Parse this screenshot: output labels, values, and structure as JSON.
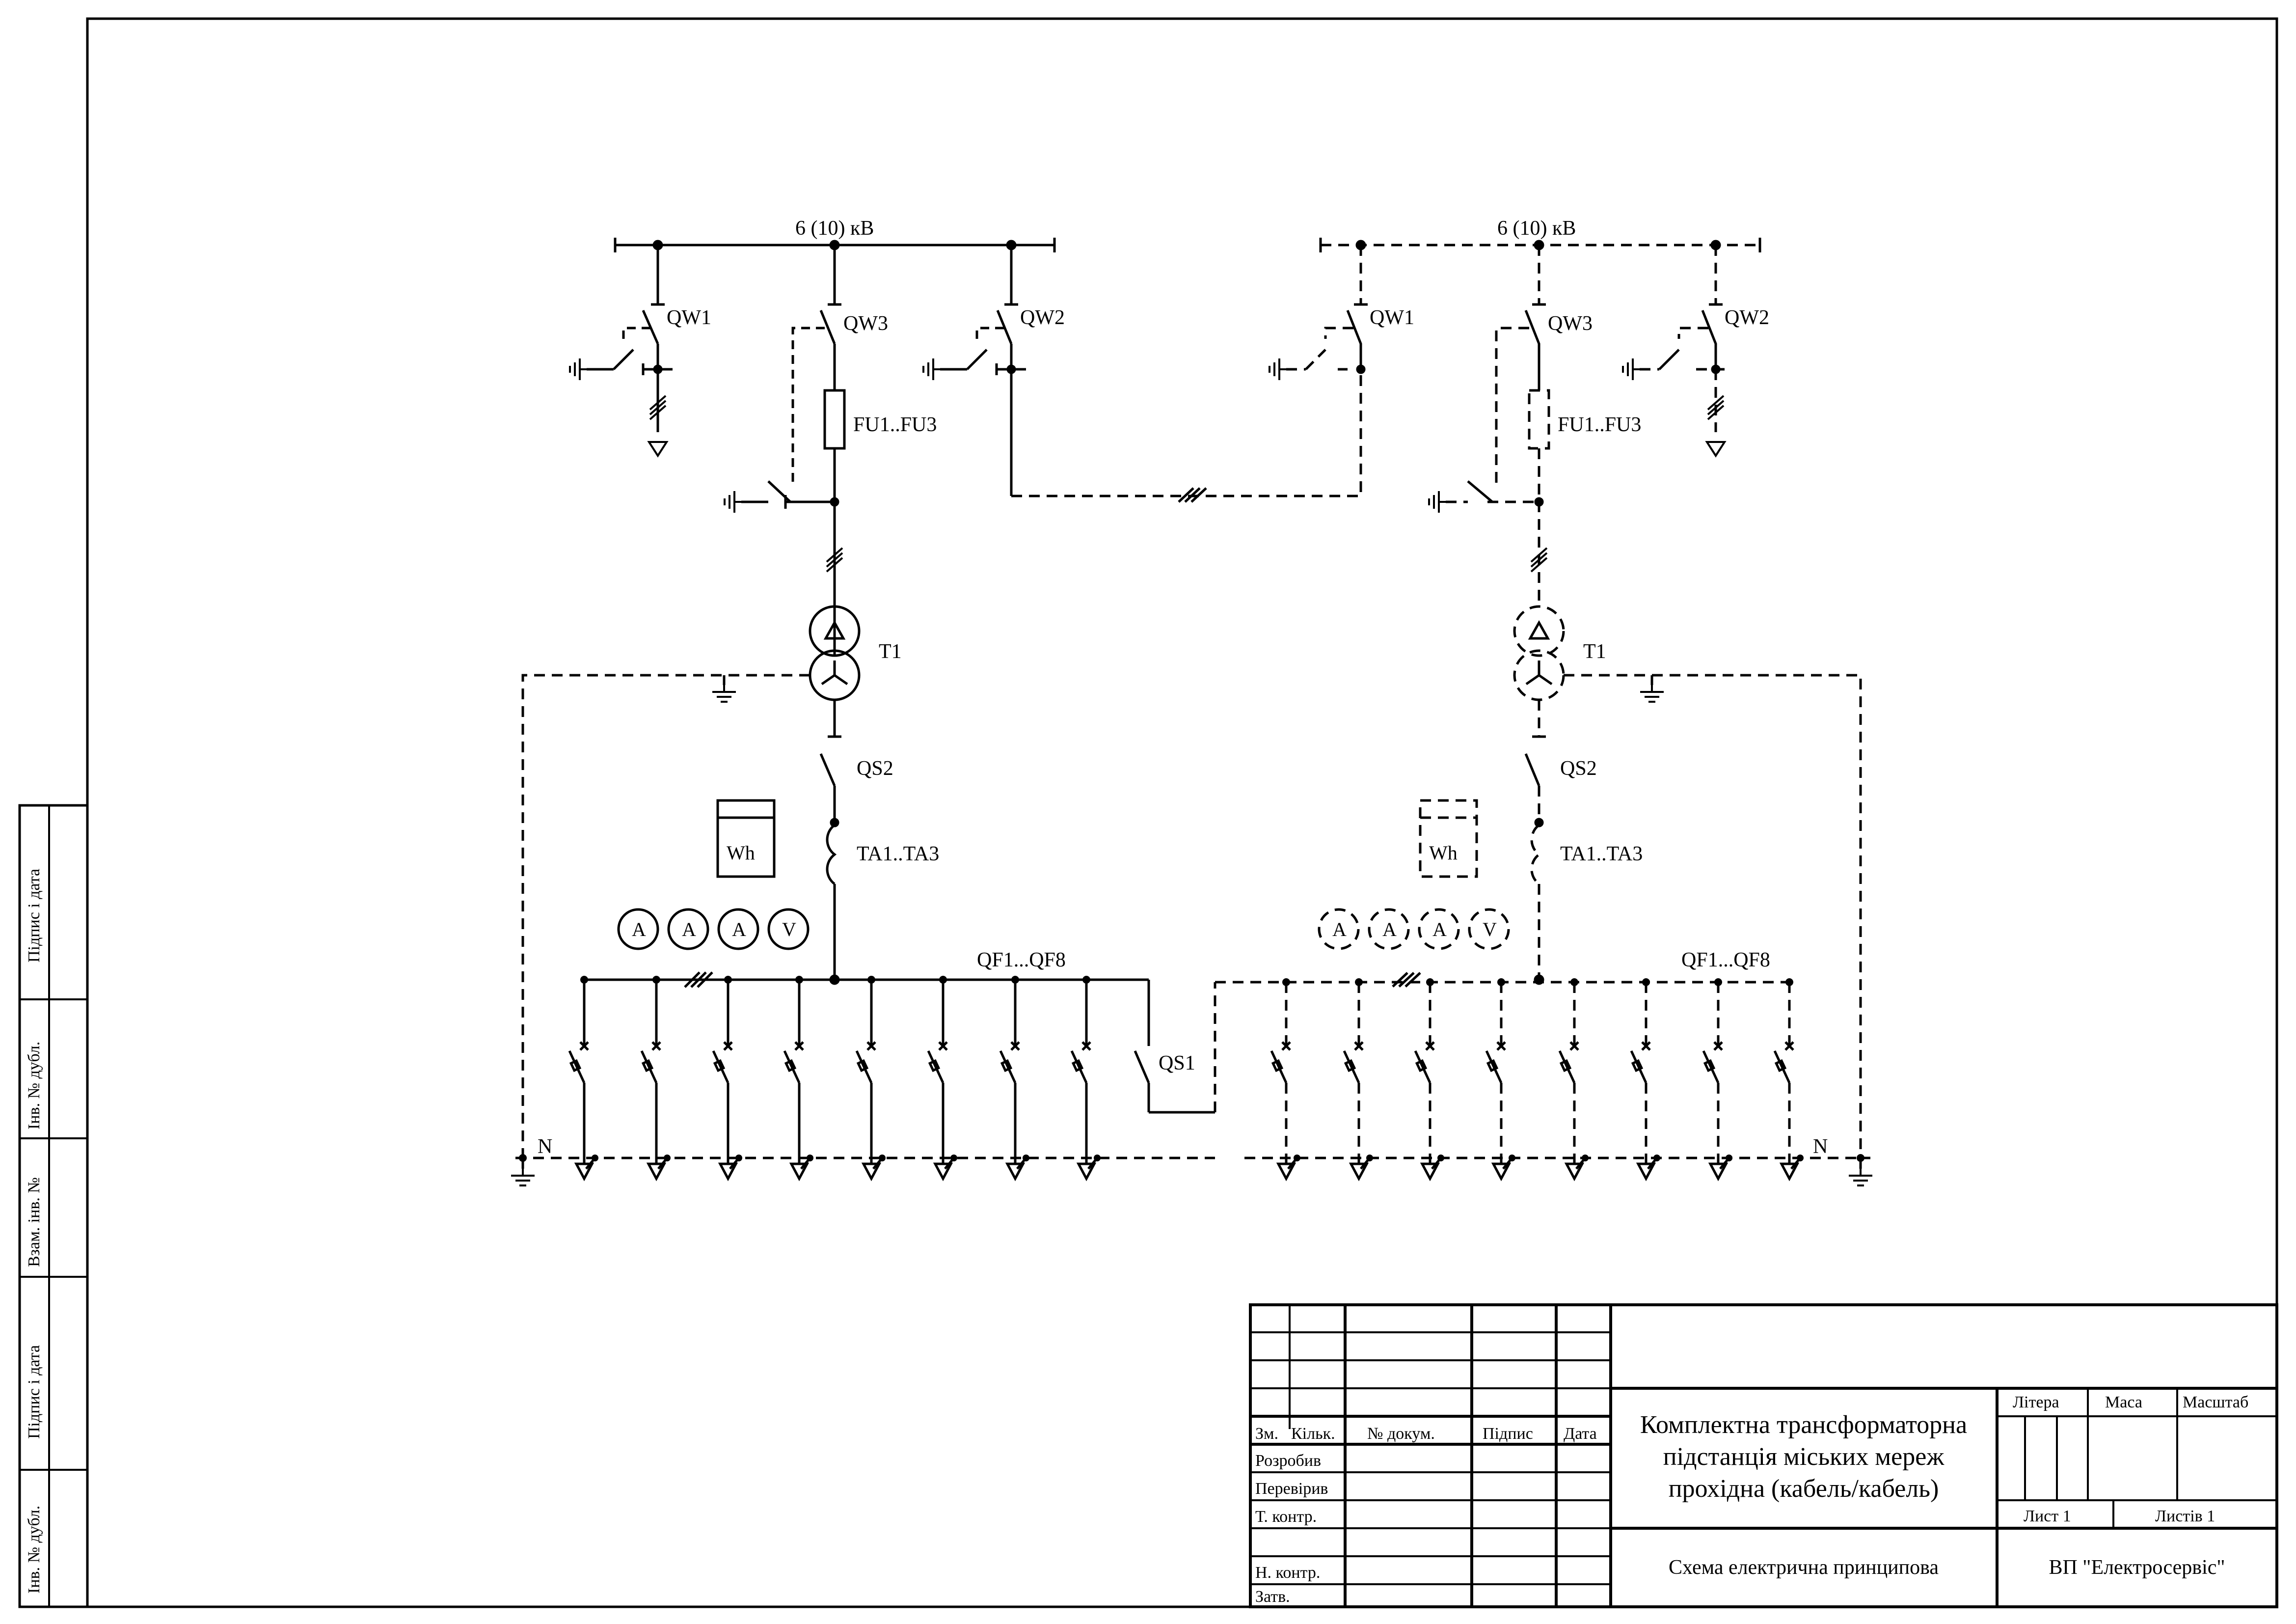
{
  "drawing": {
    "left_unit": {
      "bus_label": "6 (10) кВ",
      "qw1": "QW1",
      "qw3": "QW3",
      "qw2": "QW2",
      "fuses": "FU1..FU3",
      "transformer": "T1",
      "qs2": "QS2",
      "ct": "TA1..TA3",
      "meter": "Wh",
      "instruments": [
        "A",
        "A",
        "A",
        "V"
      ],
      "feeders": "QF1...QF8",
      "neutral": "N"
    },
    "right_unit": {
      "bus_label": "6 (10) кВ",
      "qw1": "QW1",
      "qw3": "QW3",
      "qw2": "QW2",
      "fuses": "FU1..FU3",
      "transformer": "T1",
      "qs2": "QS2",
      "ct": "TA1..TA3",
      "meter": "Wh",
      "instruments": [
        "A",
        "A",
        "A",
        "V"
      ],
      "feeders": "QF1...QF8",
      "neutral": "N"
    },
    "sectionalizer": "QS1"
  },
  "side_stamp": [
    "Підпис і дата",
    "Інв. № дубл.",
    "Взам. інв. №",
    "Підпис і дата",
    "Інв. № дубл."
  ],
  "title_block": {
    "headers": {
      "zm": "Зм.",
      "kilk": "Кільк.",
      "doc": "№ докум.",
      "sign": "Підпис",
      "date": "Дата"
    },
    "roles": [
      "Розробив",
      "Перевірив",
      "Т. контр.",
      "",
      "Н. контр.",
      "Затв."
    ],
    "title_lines": [
      "Комплектна трансформаторна",
      "підстанція міських мереж",
      "прохідна (кабель/кабель)"
    ],
    "doc_type": "Схема електрична принципова",
    "litera": "Літера",
    "mass": "Маса",
    "scale": "Масштаб",
    "sheet": "Лист 1",
    "sheets": "Листів 1",
    "company": "ВП \"Електросервіс\""
  }
}
